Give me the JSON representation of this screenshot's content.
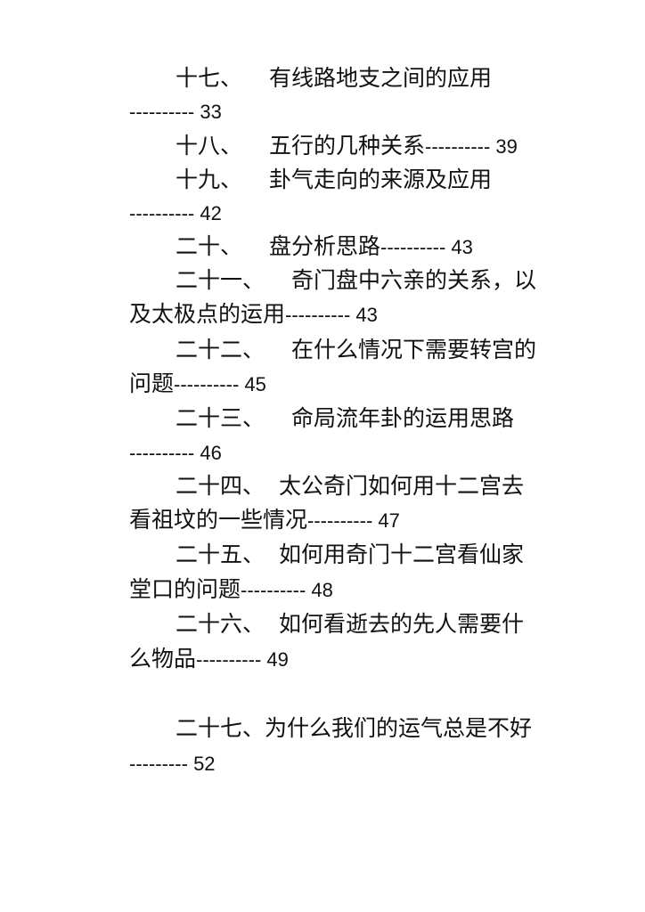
{
  "entries": [
    {
      "num": "十七、",
      "title": "有线路地支之间的应用",
      "leader": "----------",
      "page": "33"
    },
    {
      "num": "十八、",
      "title": "五行的几种关系",
      "leader": "----------",
      "page": "39"
    },
    {
      "num": "十九、",
      "title": "卦气走向的来源及应用",
      "leader": "----------",
      "page": "42"
    },
    {
      "num": "二十、",
      "title": "盘分析思路",
      "leader": "----------",
      "page": "43"
    },
    {
      "num": "二十一、",
      "title_line1": "奇门盘中六亲的关系，以",
      "title_line2": "及太极点的运用",
      "leader": "----------",
      "page": "43"
    },
    {
      "num": "二十二、",
      "title_line1": "在什么情况下需要转宫的",
      "title_line2": "问题",
      "leader": "----------",
      "page": "45"
    },
    {
      "num": "二十三、",
      "title": "命局流年卦的运用思路",
      "leader": "----------",
      "page": "46"
    },
    {
      "num": "二十四、",
      "title_line1": "太公奇门如何用十二宫去",
      "title_line2": "看祖坟的一些情况",
      "leader": "----------",
      "page": "47"
    },
    {
      "num": "二十五、",
      "title_line1": "如何用奇门十二宫看仙家",
      "title_line2": "堂口的问题",
      "leader": "----------",
      "page": "48"
    },
    {
      "num": "二十六、",
      "title_line1": "如何看逝去的先人需要什",
      "title_line2": "么物品",
      "leader": "----------",
      "page": "49"
    },
    {
      "num": "二十七、",
      "title": "为什么我们的运气总是不好",
      "leader": "---------",
      "page": "52"
    }
  ]
}
